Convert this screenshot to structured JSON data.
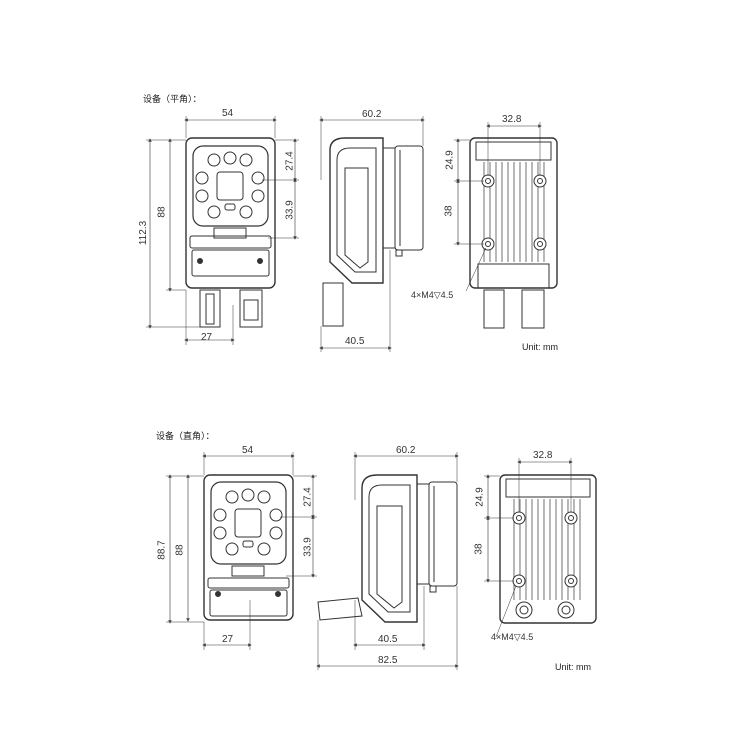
{
  "sections": [
    {
      "title": "设备（平角）：",
      "dims": {
        "front_width": "54",
        "front_height_total": "112.3",
        "front_height_body": "88",
        "front_top_offset": "27.4",
        "front_mid_offset": "33.9",
        "front_connector_pitch": "27",
        "side_depth": "60.2",
        "side_depth_lower": "40.5",
        "back_hole_pitch_x": "32.8",
        "back_top_offset": "24.9",
        "back_hole_pitch_y": "38",
        "screw_note": "4×M4▽4.5"
      },
      "unit": "Unit: mm"
    },
    {
      "title": "设备（直角）：",
      "dims": {
        "front_width": "54",
        "front_height_total": "88.7",
        "front_height_body": "88",
        "front_top_offset": "27.4",
        "front_mid_offset": "33.9",
        "front_connector_pitch": "27",
        "side_depth": "60.2",
        "side_depth_lower": "40.5",
        "side_depth_total": "82.5",
        "back_hole_pitch_x": "32.8",
        "back_top_offset": "24.9",
        "back_hole_pitch_y": "38",
        "screw_note": "4×M4▽4.5"
      },
      "unit": "Unit: mm"
    }
  ]
}
